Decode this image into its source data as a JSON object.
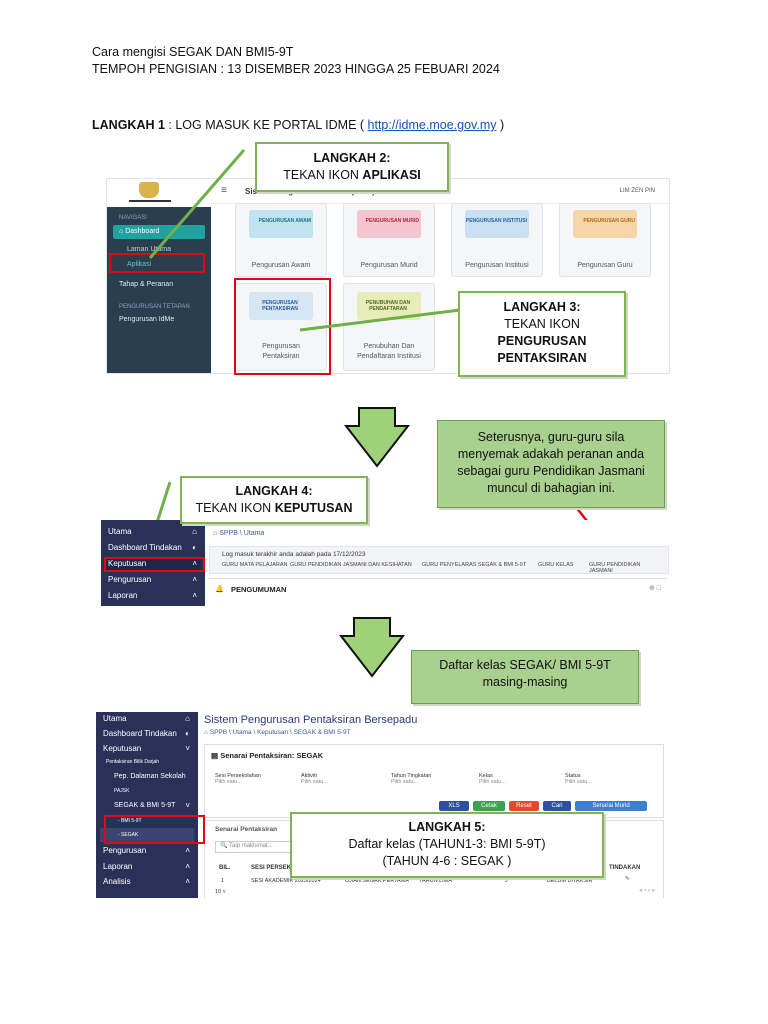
{
  "header": {
    "line1": "Cara mengisi SEGAK DAN BMI5-9T",
    "line2": "TEMPOH PENGISIAN : 13 DISEMBER 2023 HINGGA 25 FEBUARI 2024"
  },
  "step1": {
    "label": "LANGKAH 1",
    "text": " : LOG MASUK KE PORTAL IDME ( ",
    "link": "http://idme.moe.gov.my",
    "tail": " )"
  },
  "step2": {
    "title": "LANGKAH 2:",
    "text": "TEKAN IKON ",
    "bold": "APLIKASI"
  },
  "step3": {
    "title": "LANGKAH 3:",
    "text": "TEKAN IKON",
    "bold1": "PENGURUSAN",
    "bold2": "PENTAKSIRAN"
  },
  "step4": {
    "title": "LANGKAH 4:",
    "text": "TEKAN IKON ",
    "bold": "KEPUTUSAN"
  },
  "step5": {
    "title": "LANGKAH 5:",
    "line1": "Daftar kelas (TAHUN1-3: BMI 5-9T)",
    "line2": "(TAHUN 4-6 : SEGAK )"
  },
  "note1": "Seterusnya, guru-guru sila menyemak adakah peranan anda sebagai guru Pendidikan Jasmani muncul di bahagian ini.",
  "note2": "Daftar kelas SEGAK/ BMI 5-9T masing-masing",
  "shot1": {
    "app_title": "Sistem Pengurusan IDentiti (IdMe)",
    "user": "LIM ZEN PIN",
    "sidebar": {
      "section1": "NAVIGASI",
      "dashboard": "Dashboard",
      "laman_utama": "Laman Utama",
      "aplikasi": "Aplikasi",
      "tahap": "Tahap & Peranan",
      "section2": "PENGURUSAN TETAPAN",
      "pengurusan_idme": "Pengurusan IdMe"
    },
    "tiles": [
      {
        "label": "Pengurusan Awam",
        "badge": "PENGURUSAN AWAM"
      },
      {
        "label": "Pengurusan Murid",
        "badge": "PENGURUSAN MURID"
      },
      {
        "label": "Pengurusan Institusi",
        "badge": "PENGURUSAN INSTITUSI"
      },
      {
        "label": "Pengurusan Guru",
        "badge": "PENGURUSAN GURU"
      },
      {
        "label": "Pengurusan Pentaksiran",
        "badge": "PENGURUSAN PENTAKSIRAN"
      },
      {
        "label": "Penubuhan Dan Pendaftaran Institusi",
        "badge": "PENUBUHAN DAN PENDAFTARAN"
      }
    ]
  },
  "shot2": {
    "nav": [
      "Utama",
      "Dashboard Tindakan",
      "Keputusan",
      "Pengurusan",
      "Laporan"
    ],
    "breadcrumb": "SPPB \\ Utama",
    "last_login": "Log masuk terakhir anda adalah pada 17/12/2023",
    "tabs": [
      "GURU MATA PELAJARAN",
      "GURU PENDIDIKAN JASMANI DAN KESIHATAN",
      "GURU PENYELARAS SEGAK & BMI 5-9T",
      "GURU KELAS",
      "GURU PENDIDIKAN JASMANI"
    ],
    "announcement": "PENGUMUMAN"
  },
  "shot3": {
    "title": "Sistem Pengurusan Pentaksiran Bersepadu",
    "breadcrumb": "SPPB \\ Utama \\ Keputusan \\ SEGAK & BMI 5-9T",
    "nav": [
      "Utama",
      "Dashboard Tindakan",
      "Keputusan",
      "Pentaksiran Bilik Darjah",
      "Pep. Dalaman Sekolah",
      "PAJSK",
      "SEGAK & BMI 5-9T",
      "- BMI 5-9T",
      "- SEGAK",
      "Pengurusan",
      "Laporan",
      "Analisis"
    ],
    "panel_title": "Senarai Pentaksiran: SEGAK",
    "filters": [
      {
        "label": "Sesi Persekolahan",
        "value": "Pilih satu..."
      },
      {
        "label": "Aktiviti",
        "value": "Pilih satu..."
      },
      {
        "label": "Tahun Tingkatan",
        "value": "Pilih satu..."
      },
      {
        "label": "Kelas",
        "value": "Pilih satu..."
      },
      {
        "label": "Status",
        "value": "Pilih satu..."
      }
    ],
    "buttons": [
      "XLS",
      "Cetak",
      "Reset",
      "Cari",
      "Senarai Murid"
    ],
    "list_title": "Senarai Pentaksiran",
    "search_placeholder": "Taip maklumat...",
    "columns": [
      "BIL.",
      "SESI PERSEK",
      "TINDAKAN"
    ],
    "row": [
      "1",
      "SESI AKADEMIK 2023/2024",
      "UJIAN SEGAK PERTAMA",
      "TAHUN LIMA",
      "J",
      "BELUM DITAKSIR"
    ],
    "page_size": "10"
  }
}
